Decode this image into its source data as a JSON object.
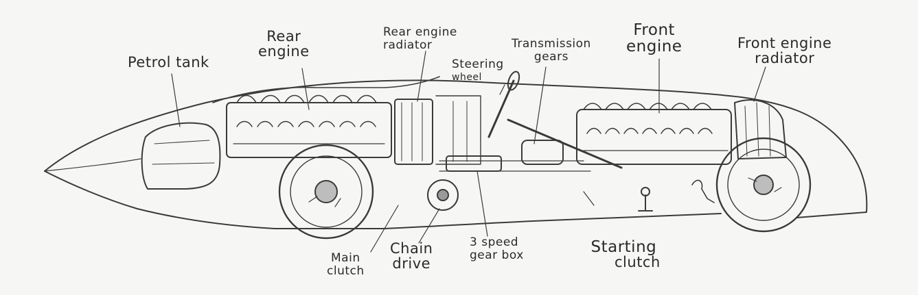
{
  "labels": {
    "petrol_tank": "Petrol tank",
    "rear_engine": [
      "Rear",
      "engine"
    ],
    "rear_engine_radiator": [
      "Rear engine",
      "radiator"
    ],
    "steering_wheel": [
      "Steering",
      "wheel"
    ],
    "transmission_gears": [
      "Transmission",
      "gears"
    ],
    "front_engine": [
      "Front",
      "engine"
    ],
    "front_engine_radiator": [
      "Front engine",
      "radiator"
    ],
    "main_clutch": [
      "Main",
      "clutch"
    ],
    "chain_drive": [
      "Chain",
      "drive"
    ],
    "gear_box": [
      "3 speed",
      "gear box"
    ],
    "starting_clutch": [
      "Starting",
      "clutch"
    ]
  }
}
